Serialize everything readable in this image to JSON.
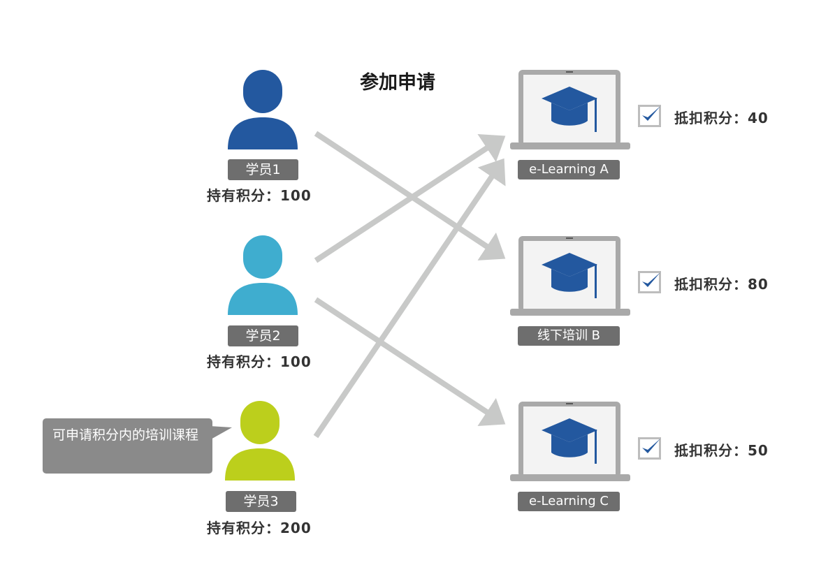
{
  "title": "参加申请",
  "students": [
    {
      "name": "学员1",
      "points": "持有积分：100",
      "color": "#23589f"
    },
    {
      "name": "学员2",
      "points": "持有积分：100",
      "color": "#3fadcf"
    },
    {
      "name": "学员3",
      "points": "持有积分：200",
      "color": "#bccf1c"
    }
  ],
  "courses": [
    {
      "name": "e-Learning A",
      "deduct": "抵扣积分：40"
    },
    {
      "name": "线下培训 B",
      "deduct": "抵扣积分：80"
    },
    {
      "name": "e-Learning C",
      "deduct": "抵扣积分：50"
    }
  ],
  "callout": "可申请积分内的培训课程",
  "icons": {
    "person": "person-icon",
    "course": "graduation-cap-icon",
    "check": "checkbox-checked-icon"
  },
  "colors": {
    "arrow": "#c8c9c8",
    "cap": "#23589f",
    "laptop_frame": "#a9a9a9",
    "label_bg": "#6e6e6e"
  }
}
